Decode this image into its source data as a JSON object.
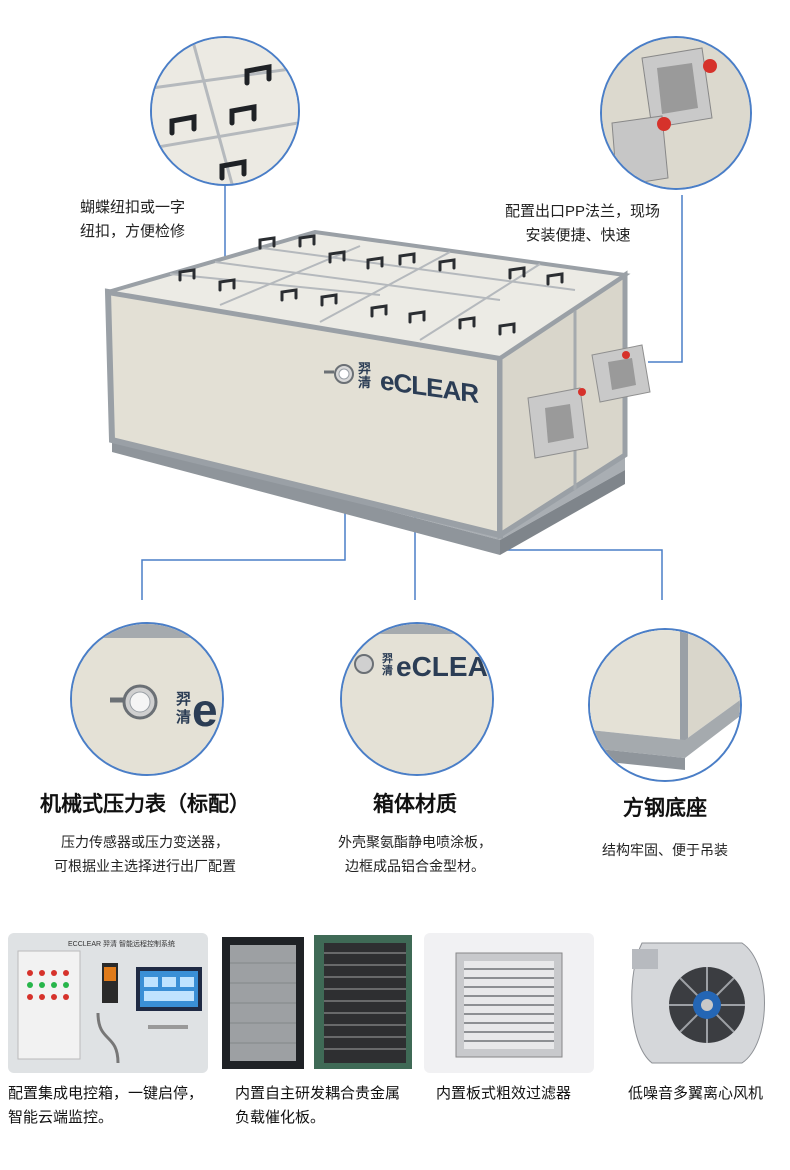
{
  "brand": {
    "cn": "羿清",
    "logo_text": "eCLEAR"
  },
  "callouts": {
    "top_left": {
      "line1": "蝴蝶纽扣或一字",
      "line2": "纽扣，方便检修"
    },
    "top_right": {
      "line1": "配置出口PP法兰，现场",
      "line2": "安装便捷、快速"
    }
  },
  "features": [
    {
      "title": "机械式压力表（标配）",
      "desc1": "压力传感器或压力变送器，",
      "desc2": "可根据业主选择进行出厂配置"
    },
    {
      "title": "箱体材质",
      "desc1": "外壳聚氨酯静电喷涂板，",
      "desc2": "边框成品铝合金型材。"
    },
    {
      "title": "方钢底座",
      "desc1": "结构牢固、便于吊装",
      "desc2": ""
    }
  ],
  "control_panel": {
    "header": "ECCLEAR 羿清 智能远程控制系统"
  },
  "bottom_captions": [
    {
      "line1": "配置集成电控箱，一键启停，",
      "line2": "智能云端监控。"
    },
    {
      "line1": "内置自主研发耦合贵金属",
      "line2": "负载催化板。"
    },
    {
      "line1": "内置板式粗效过滤器",
      "line2": ""
    },
    {
      "line1": "低噪音多翼离心风机",
      "line2": ""
    }
  ],
  "colors": {
    "accent": "#4a7ec7",
    "frame": "#9aa0a6",
    "panel": "#e4e1d6",
    "lid": "#eeece6",
    "flange": "#c8c8c8",
    "valve_red": "#d6322b"
  }
}
